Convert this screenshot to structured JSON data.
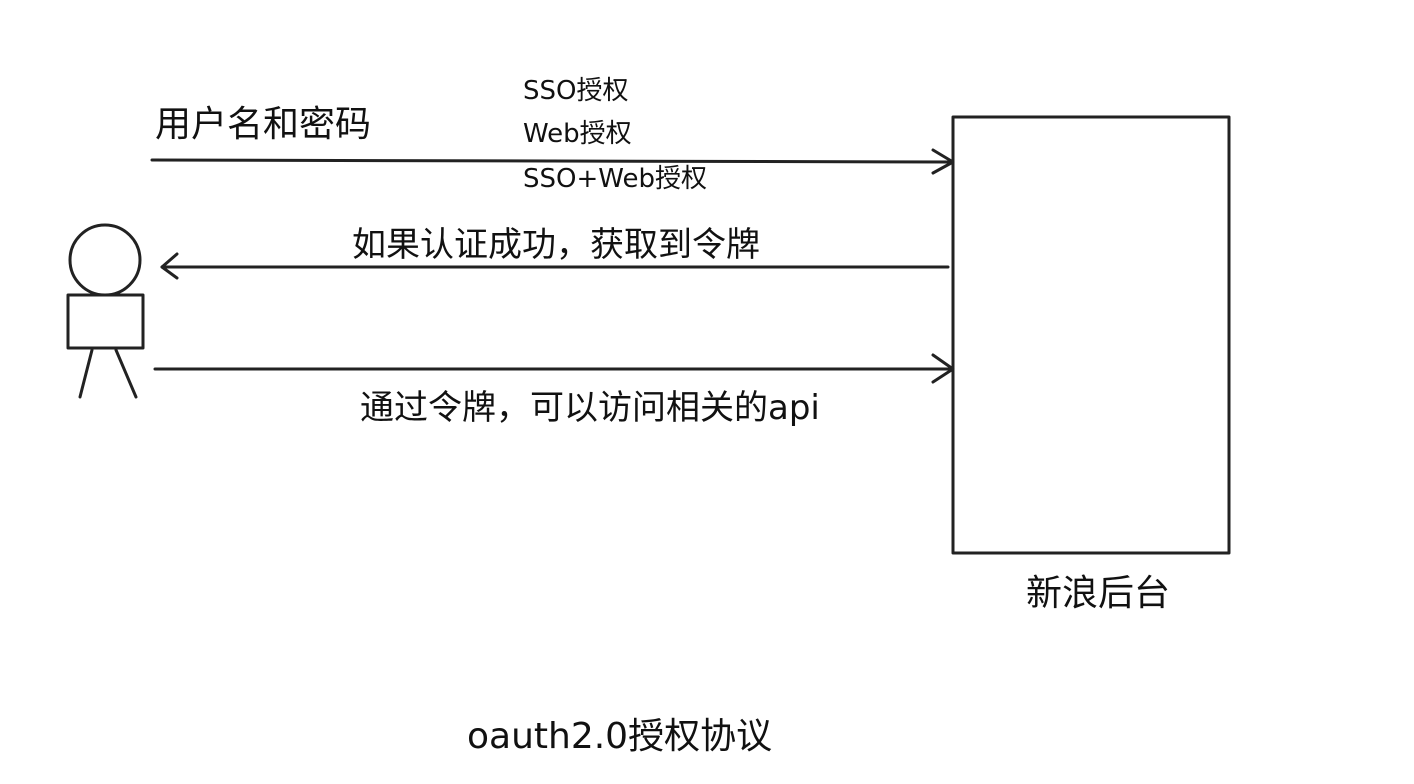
{
  "diagram": {
    "arrow1_label": "用户名和密码",
    "auth_modes": [
      "SSO授权",
      "Web授权",
      "SSO+Web授权"
    ],
    "arrow2_label": "如果认证成功，获取到令牌",
    "arrow3_label": "通过令牌，可以访问相关的api",
    "server_label": "新浪后台",
    "caption": "oauth2.0授权协议"
  }
}
